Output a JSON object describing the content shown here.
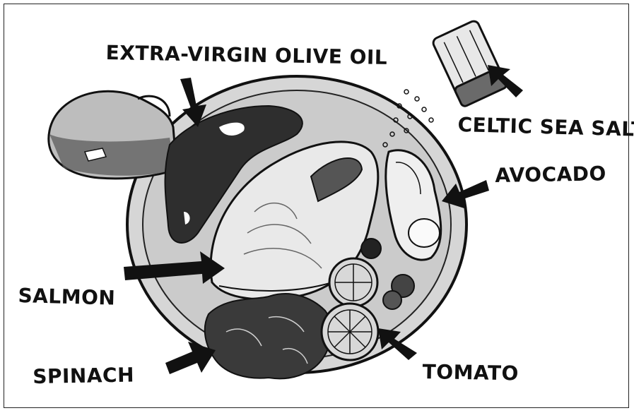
{
  "labels": {
    "olive_oil": "EXTRA-VIRGIN OLIVE OIL",
    "sea_salt": "CELTIC SEA SALT",
    "avocado": "AVOCADO",
    "salmon": "SALMON",
    "spinach": "SPINACH",
    "tomato": "TOMATO"
  },
  "colors": {
    "ink": "#111111",
    "plate": "#dcdcdc",
    "plate_inner": "#cfcfcf",
    "oil": "#2e2e2e",
    "spinach": "#3a3a3a",
    "salmon": "#e6e6e6"
  }
}
